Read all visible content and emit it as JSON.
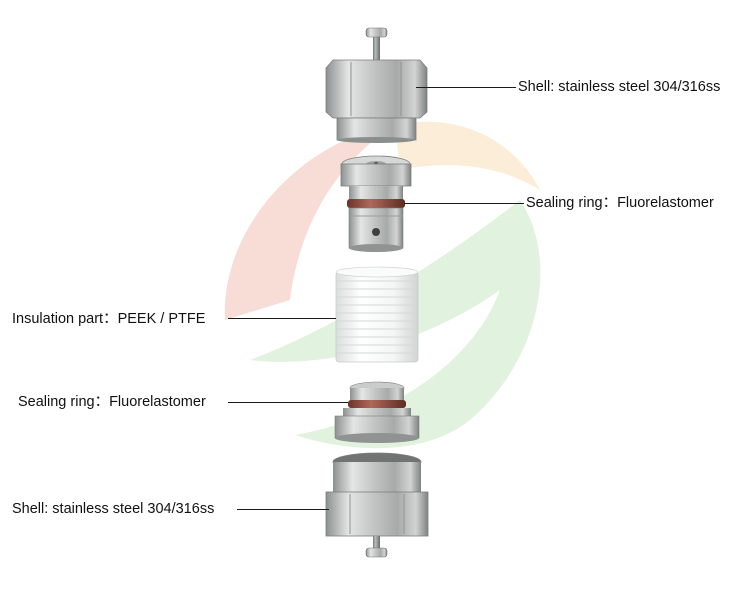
{
  "labels": {
    "shell_top": "Shell: stainless steel 304/316ss",
    "sealing_ring_upper": "Sealing ring：Fluorelastomer",
    "insulation": "Insulation part：PEEK / PTFE",
    "sealing_ring_lower": "Sealing ring：Fluorelastomer",
    "shell_bottom": "Shell: stainless steel 304/316ss"
  },
  "colors": {
    "steel": "#b9bcbc",
    "steel_dark": "#7c8080",
    "ptfe": "#f3f5f4",
    "seal": "#8a4a3a",
    "watermark_red": "#f6d2c8",
    "watermark_green": "#d6eed4",
    "watermark_orange": "#fbe8cc"
  }
}
